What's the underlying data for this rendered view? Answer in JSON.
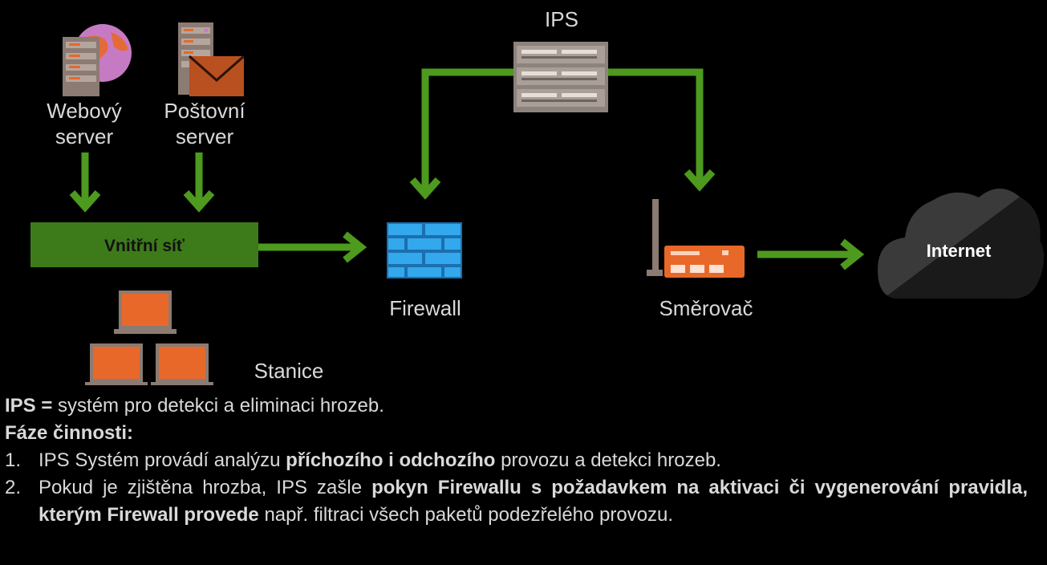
{
  "diagram": {
    "ips_label": "IPS",
    "web_server_label": "Webový server",
    "mail_server_label": "Poštovní server",
    "internal_network_label": "Vnitřní síť",
    "firewall_label": "Firewall",
    "router_label": "Směrovač",
    "internet_label": "Internet",
    "stations_label": "Stanice"
  },
  "text": {
    "definition_term": "IPS =",
    "definition_body": " systém pro detekci a eliminaci hrozeb.",
    "phases_heading": "Fáze činnosti:",
    "item1_num": "1.",
    "item1_pre": "IPS Systém provádí analýzu ",
    "item1_bold": "příchozího i odchozího",
    "item1_post": " provozu a detekci hrozeb.",
    "item2_num": "2.",
    "item2_pre": "Pokud je zjištěna hrozba, IPS zašle ",
    "item2_bold": "pokyn Firewallu s požadavkem na aktivaci či vygenerování pravidla, kterým Firewall provede",
    "item2_post": " např. filtraci všech paketů podezřelého provozu."
  },
  "colors": {
    "arrow_green": "#4d9a1e",
    "network_bar": "#3d7a1a",
    "firewall_blue": "#2ea0e6",
    "device_orange": "#e8682a",
    "background": "#000000"
  }
}
